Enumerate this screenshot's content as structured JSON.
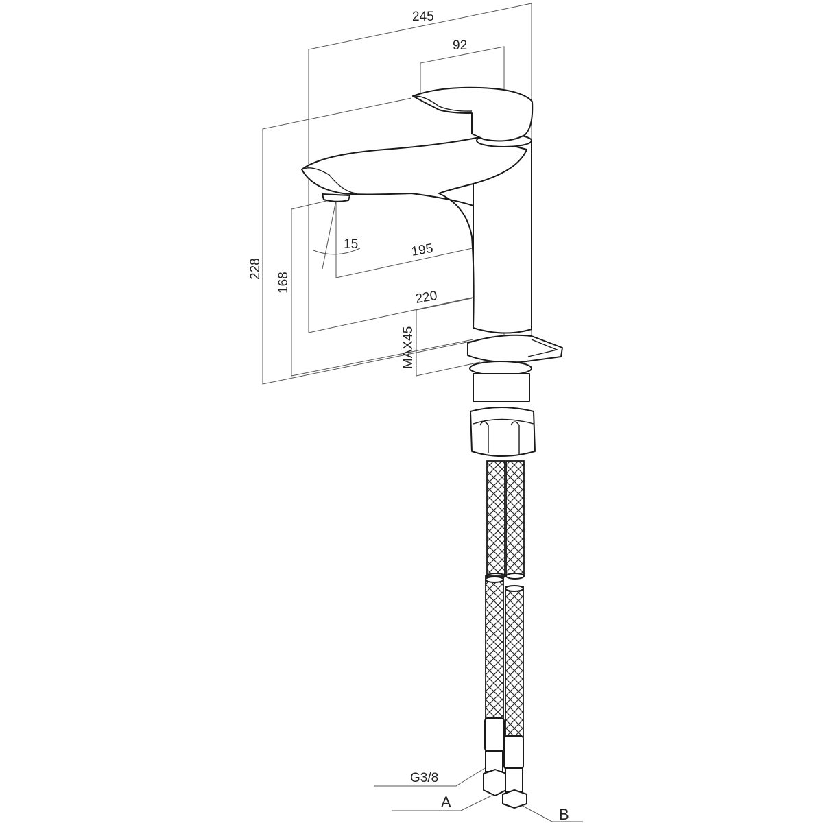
{
  "drawing": {
    "dimensions": {
      "overall_length": "245",
      "handle_length": "92",
      "overall_height": "228",
      "spout_height": "168",
      "spout_angle": "15",
      "spout_reach": "195",
      "body_depth": "220",
      "max_counter_thickness": "MAX45"
    },
    "callouts": {
      "thread": "G3/8",
      "hose_a": "A",
      "hose_b": "B"
    }
  }
}
